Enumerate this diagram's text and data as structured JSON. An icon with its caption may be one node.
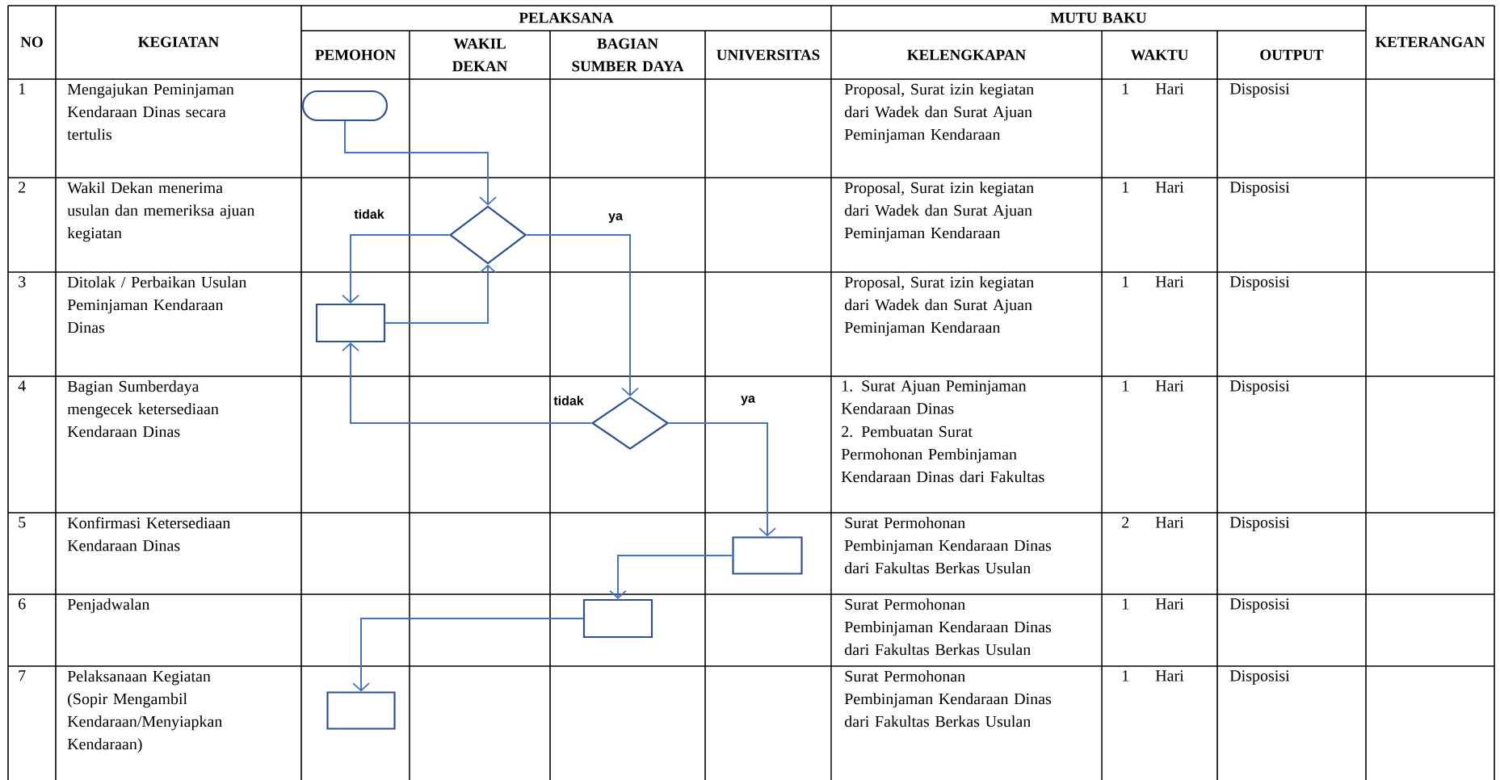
{
  "diagram": {
    "nodes": [
      {
        "text": [],
        "shape": "capsule"
      },
      {
        "text": [],
        "shape": "diamond"
      },
      {
        "text": [],
        "shape": "box"
      },
      {
        "text": [],
        "shape": "diamond"
      },
      {
        "text": [],
        "shape": "box"
      },
      {
        "text": [],
        "shape": "box"
      },
      {
        "text": [],
        "shape": "box"
      }
    ],
    "edges": [
      {
        "from": 0,
        "to": 1,
        "arrow": "to"
      },
      {
        "from": 1,
        "to": 2,
        "arrow": "to",
        "label": "tidak"
      },
      {
        "from": 2,
        "to": 1,
        "arrow": "to"
      },
      {
        "from": 1,
        "to": 3,
        "arrow": "to",
        "label": "ya"
      },
      {
        "from": 3,
        "to": 2,
        "arrow": "to",
        "label": "tidak"
      },
      {
        "from": 3,
        "to": 4,
        "arrow": "to",
        "label": "ya"
      },
      {
        "from": 4,
        "to": 5,
        "arrow": "to"
      },
      {
        "from": 5,
        "to": 6,
        "arrow": "to"
      }
    ],
    "labels": [
      "NO",
      "KEGIATAN",
      "PELAKSANA",
      "MUTU BAKU",
      "KETERANGAN",
      "PEMOHON",
      "WAKIL DEKAN",
      "BAGIAN SUMBER DAYA",
      "UNIVERSITAS",
      "KELENGKAPAN",
      "WAKTU",
      "OUTPUT",
      "1",
      "Mengajukan Peminjaman Kendaraan Dinas secara tertulis",
      "Proposal, Surat izin kegiatan dari Wadek dan Surat Ajuan Peminjaman Kendaraan",
      "1",
      "Hari",
      "Disposisi",
      "2",
      "Wakil Dekan menerima usulan dan memeriksa ajuan kegiatan",
      "Proposal, Surat izin kegiatan dari Wadek dan Surat Ajuan Peminjaman Kendaraan",
      "1",
      "Hari",
      "Disposisi",
      "3",
      "Ditolak / Perbaikan Usulan Peminjaman Kendaraan Dinas",
      "Proposal, Surat izin kegiatan dari Wadek dan Surat Ajuan Peminjaman Kendaraan",
      "1",
      "Hari",
      "Disposisi",
      "4",
      "Bagian Sumberdaya mengecek ketersediaan Kendaraan Dinas",
      "1. Surat Ajuan Peminjaman Kendaraan Dinas",
      "2. Pembuatan Surat Permohonan Pembinjaman Kendaraan Dinas dari Fakultas",
      "1",
      "Hari",
      "Disposisi",
      "5",
      "Konfirmasi Ketersediaan Kendaraan Dinas",
      "Surat Permohonan Pembinjaman Kendaraan Dinas dari Fakultas Berkas Usulan",
      "2",
      "Hari",
      "Disposisi",
      "6",
      "Penjadwalan",
      "Surat Permohonan Pembinjaman Kendaraan Dinas dari Fakultas Berkas Usulan",
      "1",
      "Hari",
      "Disposisi",
      "7",
      "Pelaksanaan Kegiatan (Sopir Mengambil Kendaraan/Menyiapkan Kendaraan)",
      "Surat Permohonan Pembinjaman Kendaraan Dinas dari Fakultas Berkas Usulan",
      "1",
      "Hari",
      "Disposisi"
    ]
  }
}
